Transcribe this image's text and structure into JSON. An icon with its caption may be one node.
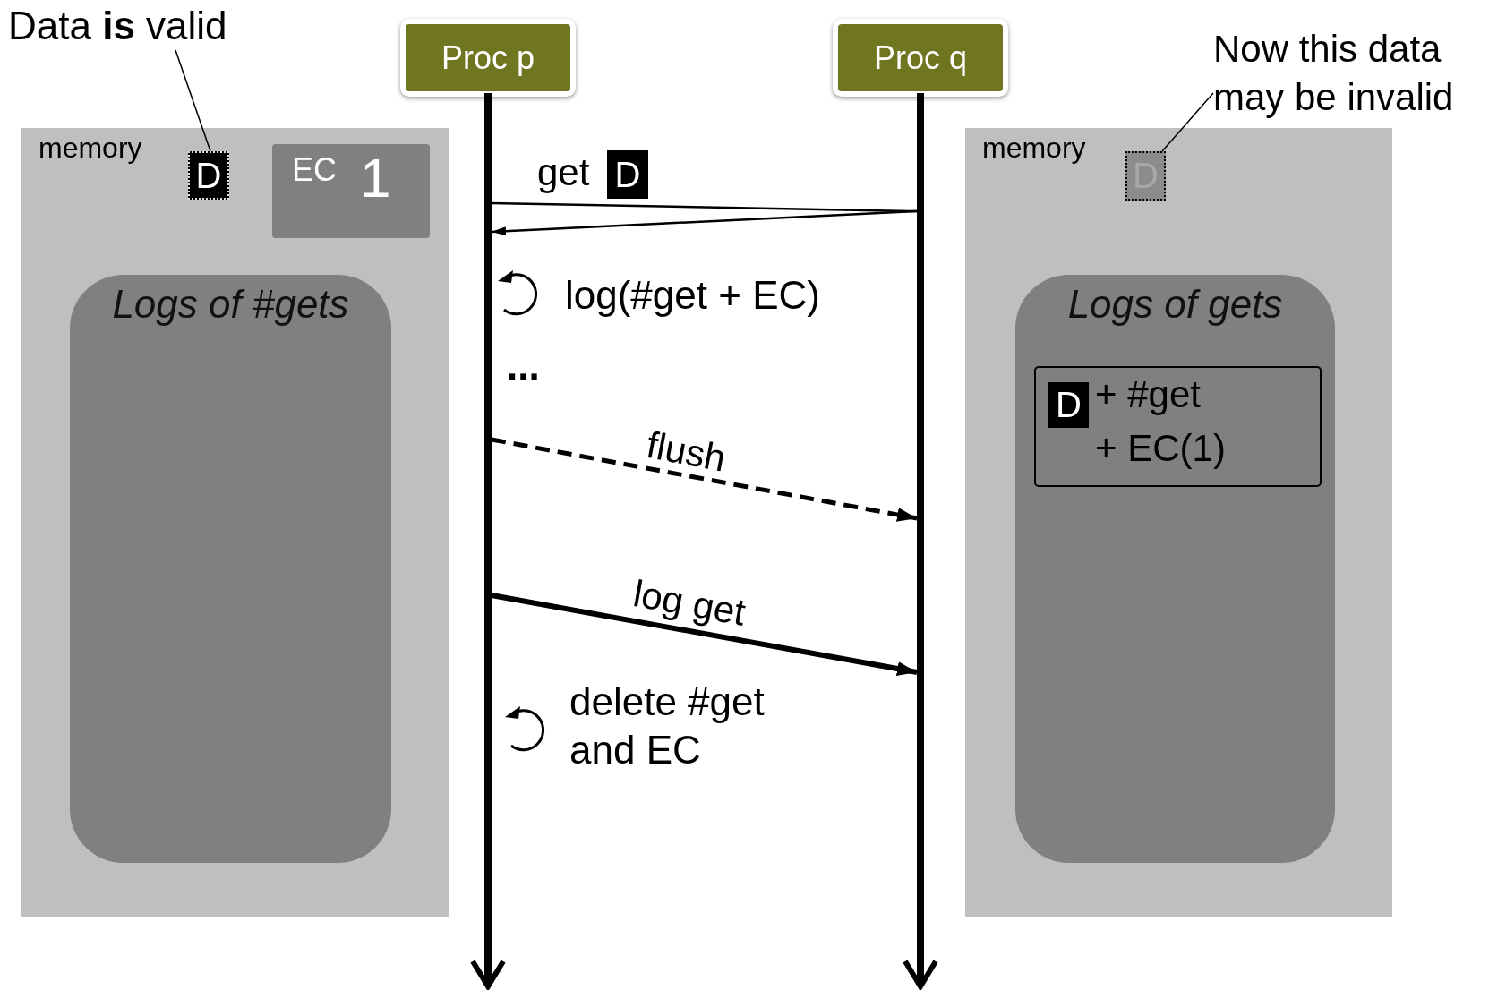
{
  "diagram": {
    "nodes": [
      {
        "text": [
          "Data **is** valid"
        ]
      },
      {
        "text": [
          "Proc p"
        ]
      },
      {
        "text": [
          "Proc q"
        ]
      },
      {
        "text": [
          "Now this data may be invalid"
        ]
      },
      {
        "text": [
          "memory"
        ]
      },
      {
        "text": [
          "D"
        ],
        "in": 4
      },
      {
        "text": [
          "EC",
          "1"
        ],
        "in": 4
      },
      {
        "text": [
          "Logs of #gets"
        ],
        "in": 4
      },
      {
        "text": [],
        "shape": "bar"
      },
      {
        "text": [],
        "shape": "bar"
      },
      {
        "text": [
          "D"
        ]
      },
      {
        "text": [
          "memory"
        ]
      },
      {
        "text": [
          "D"
        ],
        "in": 11
      },
      {
        "text": [
          "Logs of gets"
        ],
        "in": 11
      },
      {
        "text": [
          "+ #get + EC(1)"
        ],
        "in": 13
      },
      {
        "text": [
          "D"
        ],
        "in": 14
      }
    ],
    "edges": [
      {
        "from": 0,
        "to": 5,
        "arrow": "none"
      },
      {
        "from": 3,
        "to": 12,
        "arrow": "none"
      },
      {
        "from": 8,
        "to": 9,
        "arrow": "none",
        "label": "get"
      },
      {
        "from": 9,
        "to": 8,
        "arrow": "to"
      },
      {
        "from": 8,
        "to": 9,
        "arrow": "to",
        "label": "flush",
        "style": "dashed"
      },
      {
        "from": 8,
        "to": 9,
        "arrow": "to",
        "label": "log get",
        "style": "thick"
      },
      {
        "from": 8,
        "to": null,
        "arrow": "to",
        "style": "thick"
      },
      {
        "from": 9,
        "to": null,
        "arrow": "to",
        "style": "thick"
      }
    ],
    "labels": [
      "log(#get + EC)",
      "...",
      "delete #get and EC"
    ]
  }
}
